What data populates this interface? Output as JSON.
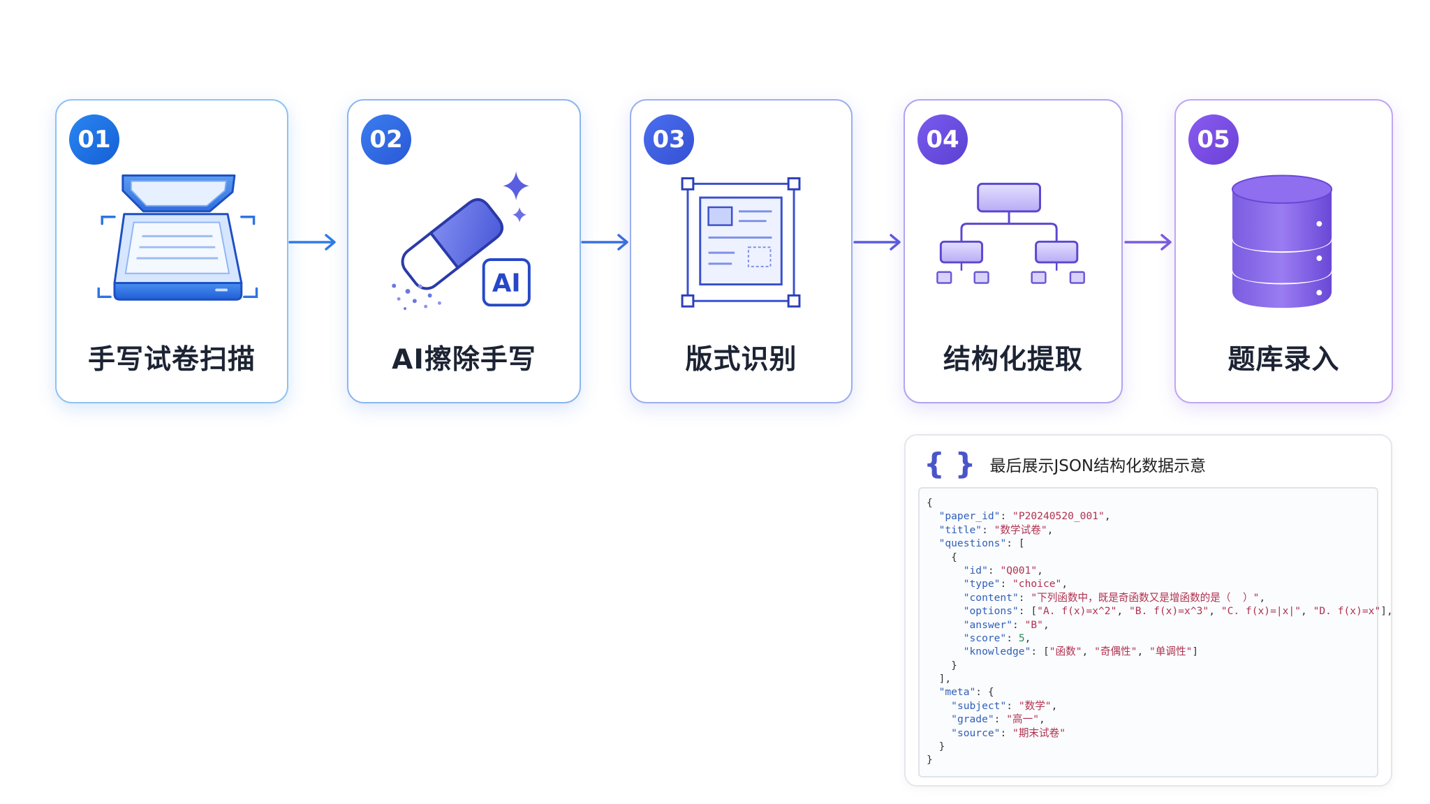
{
  "steps": [
    {
      "number": "01",
      "label": "手写试卷扫描",
      "icon": "scanner-icon",
      "color": "#1a73e8"
    },
    {
      "number": "02",
      "label": "AI擦除手写",
      "icon": "eraser-ai-icon",
      "color": "#2f6be0"
    },
    {
      "number": "03",
      "label": "版式识别",
      "icon": "layout-recognition-icon",
      "color": "#3b5fd9"
    },
    {
      "number": "04",
      "label": "结构化提取",
      "icon": "hierarchy-tree-icon",
      "color": "#6a4fd8"
    },
    {
      "number": "05",
      "label": "题库录入",
      "icon": "database-icon",
      "color": "#7b4fd8"
    }
  ],
  "ai_badge": "AI",
  "json_panel": {
    "title": "最后展示JSON结构化数据示意",
    "icon": "{ }",
    "lines": [
      [
        [
          "p",
          "{"
        ]
      ],
      [
        [
          "p",
          "  "
        ],
        [
          "k",
          "\"paper_id\""
        ],
        [
          "p",
          ": "
        ],
        [
          "s",
          "\"P20240520_001\""
        ],
        [
          "p",
          ","
        ]
      ],
      [
        [
          "p",
          "  "
        ],
        [
          "k",
          "\"title\""
        ],
        [
          "p",
          ": "
        ],
        [
          "s",
          "\"数学试卷\""
        ],
        [
          "p",
          ","
        ]
      ],
      [
        [
          "p",
          "  "
        ],
        [
          "k",
          "\"questions\""
        ],
        [
          "p",
          ": ["
        ]
      ],
      [
        [
          "p",
          "    {"
        ]
      ],
      [
        [
          "p",
          "      "
        ],
        [
          "k",
          "\"id\""
        ],
        [
          "p",
          ": "
        ],
        [
          "s",
          "\"Q001\""
        ],
        [
          "p",
          ","
        ]
      ],
      [
        [
          "p",
          "      "
        ],
        [
          "k",
          "\"type\""
        ],
        [
          "p",
          ": "
        ],
        [
          "s",
          "\"choice\""
        ],
        [
          "p",
          ","
        ]
      ],
      [
        [
          "p",
          "      "
        ],
        [
          "k",
          "\"content\""
        ],
        [
          "p",
          ": "
        ],
        [
          "s",
          "\"下列函数中，既是奇函数又是增函数的是（  ）\""
        ],
        [
          "p",
          ","
        ]
      ],
      [
        [
          "p",
          "      "
        ],
        [
          "k",
          "\"options\""
        ],
        [
          "p",
          ": ["
        ],
        [
          "s",
          "\"A. f(x)=x^2\""
        ],
        [
          "p",
          ", "
        ],
        [
          "s",
          "\"B. f(x)=x^3\""
        ],
        [
          "p",
          ", "
        ],
        [
          "s",
          "\"C. f(x)=|x|\""
        ],
        [
          "p",
          ", "
        ],
        [
          "s",
          "\"D. f(x)=x\""
        ],
        [
          "p",
          "],"
        ]
      ],
      [
        [
          "p",
          "      "
        ],
        [
          "k",
          "\"answer\""
        ],
        [
          "p",
          ": "
        ],
        [
          "s",
          "\"B\""
        ],
        [
          "p",
          ","
        ]
      ],
      [
        [
          "p",
          "      "
        ],
        [
          "k",
          "\"score\""
        ],
        [
          "p",
          ": "
        ],
        [
          "n",
          "5"
        ],
        [
          "p",
          ","
        ]
      ],
      [
        [
          "p",
          "      "
        ],
        [
          "k",
          "\"knowledge\""
        ],
        [
          "p",
          ": ["
        ],
        [
          "s",
          "\"函数\""
        ],
        [
          "p",
          ", "
        ],
        [
          "s",
          "\"奇偶性\""
        ],
        [
          "p",
          ", "
        ],
        [
          "s",
          "\"单调性\""
        ],
        [
          "p",
          "]"
        ]
      ],
      [
        [
          "p",
          "    }"
        ]
      ],
      [
        [
          "p",
          "  ],"
        ]
      ],
      [
        [
          "p",
          "  "
        ],
        [
          "k",
          "\"meta\""
        ],
        [
          "p",
          ": {"
        ]
      ],
      [
        [
          "p",
          "    "
        ],
        [
          "k",
          "\"subject\""
        ],
        [
          "p",
          ": "
        ],
        [
          "s",
          "\"数学\""
        ],
        [
          "p",
          ","
        ]
      ],
      [
        [
          "p",
          "    "
        ],
        [
          "k",
          "\"grade\""
        ],
        [
          "p",
          ": "
        ],
        [
          "s",
          "\"高一\""
        ],
        [
          "p",
          ","
        ]
      ],
      [
        [
          "p",
          "    "
        ],
        [
          "k",
          "\"source\""
        ],
        [
          "p",
          ": "
        ],
        [
          "s",
          "\"期末试卷\""
        ]
      ],
      [
        [
          "p",
          "  }"
        ]
      ],
      [
        [
          "p",
          "}"
        ]
      ]
    ]
  }
}
